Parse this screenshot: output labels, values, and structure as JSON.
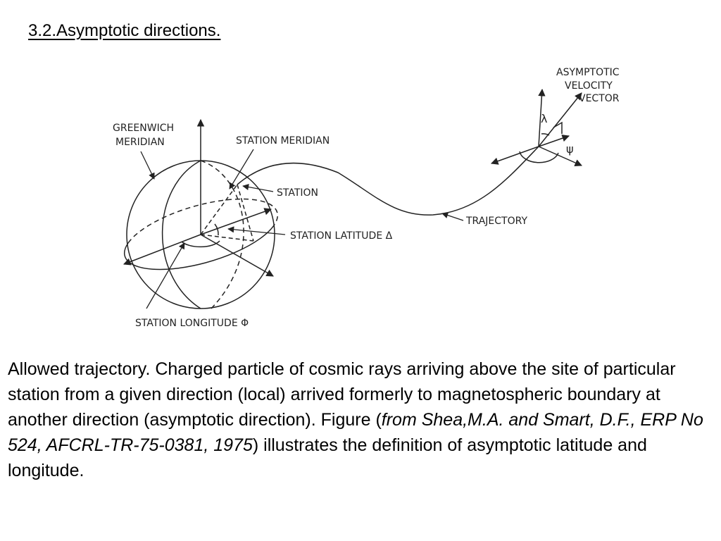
{
  "slide": {
    "title": "3.2.Asymptotic directions."
  },
  "diagram": {
    "labels": {
      "greenwich_line1": "GREENWICH",
      "greenwich_line2": "MERIDIAN",
      "station_meridian": "STATION MERIDIAN",
      "station": "STATION",
      "station_latitude": "STATION LATITUDE Δ",
      "station_longitude": "STATION LONGITUDE Φ",
      "trajectory": "TRAJECTORY",
      "asym_line1": "ASYMPTOTIC",
      "asym_line2": "VELOCITY",
      "asym_line3": "VECTOR",
      "lambda": "λ",
      "psi": "ψ"
    }
  },
  "body": {
    "text_before": "Allowed trajectory. Charged particle of cosmic rays arriving above the site of particular station from a given direction (local) arrived formerly to magnetospheric boundary at another direction (asymptotic direction). Figure (",
    "citation": "from Shea,M.A. and  Smart, D.F., ERP No 524, AFCRL-TR-75-0381, 1975",
    "text_after": ") illustrates the definition of asymptotic latitude and longitude."
  }
}
